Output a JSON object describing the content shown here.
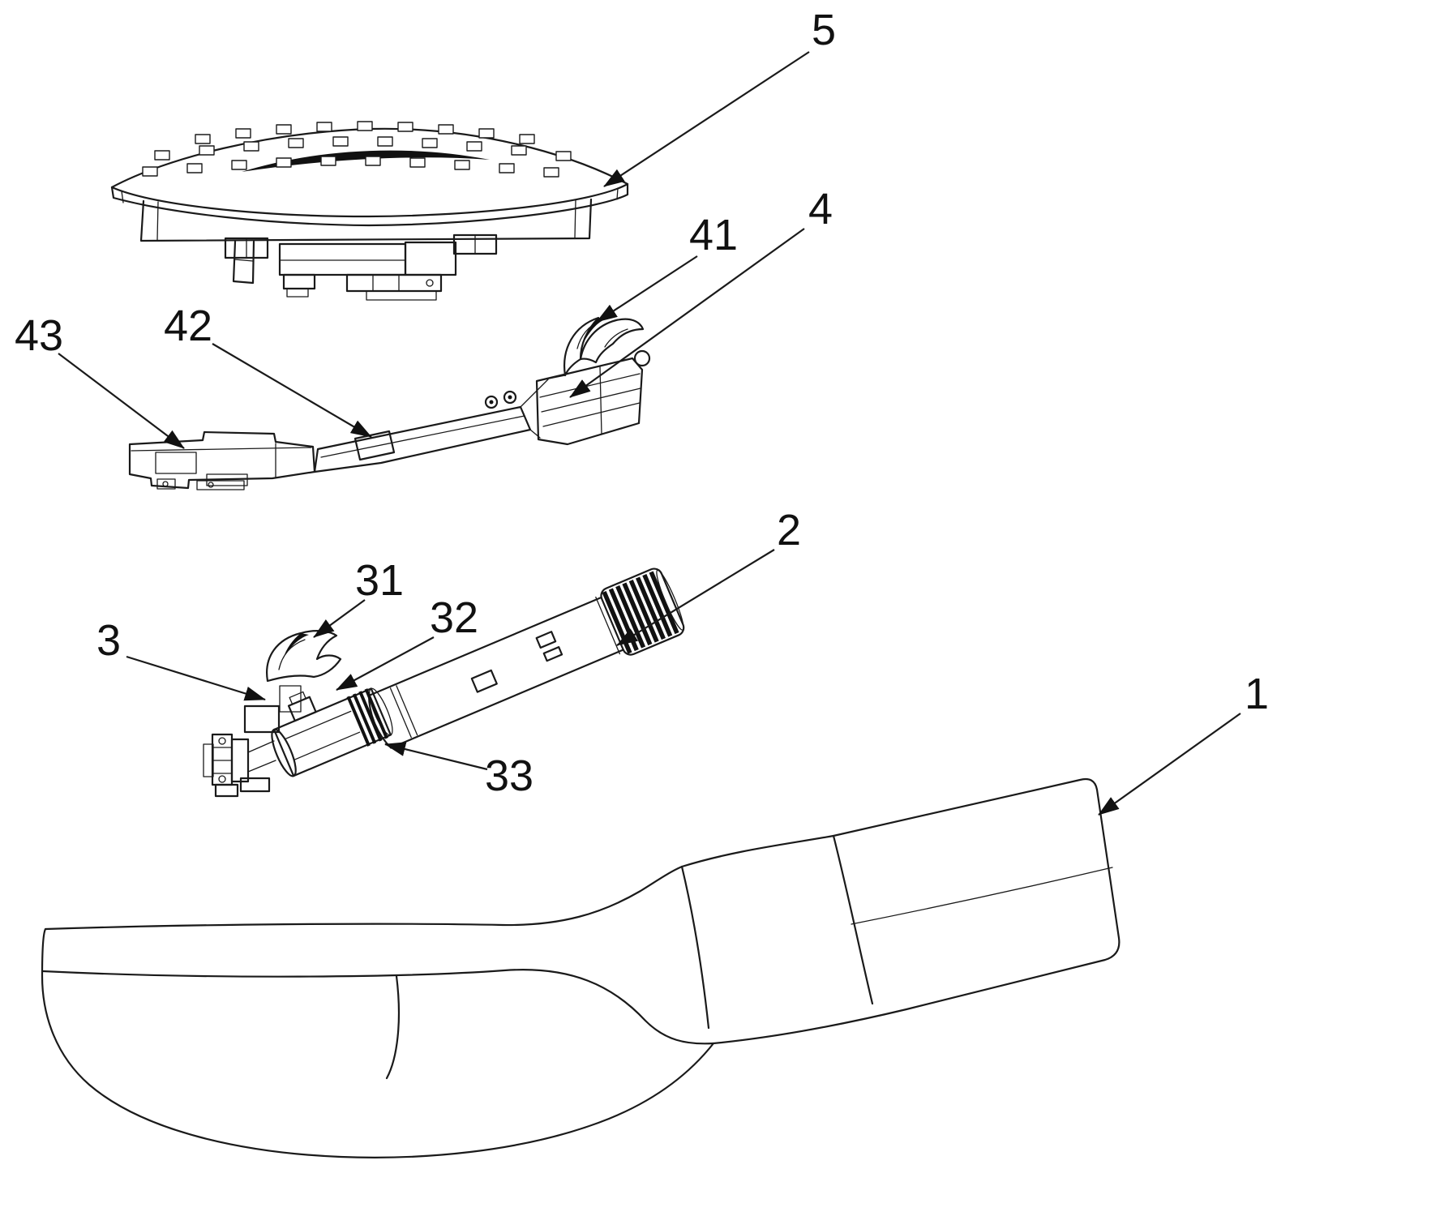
{
  "figure": {
    "colors": {
      "line": "#1a1a1a",
      "background": "#ffffff",
      "shading": "#111111"
    },
    "labels": [
      {
        "id": "part-5",
        "text": "5"
      },
      {
        "id": "part-41",
        "text": "41"
      },
      {
        "id": "part-4",
        "text": "4"
      },
      {
        "id": "part-42",
        "text": "42"
      },
      {
        "id": "part-43",
        "text": "43"
      },
      {
        "id": "part-2",
        "text": "2"
      },
      {
        "id": "part-31",
        "text": "31"
      },
      {
        "id": "part-32",
        "text": "32"
      },
      {
        "id": "part-3",
        "text": "3"
      },
      {
        "id": "part-33",
        "text": "33"
      },
      {
        "id": "part-1",
        "text": "1"
      }
    ]
  }
}
